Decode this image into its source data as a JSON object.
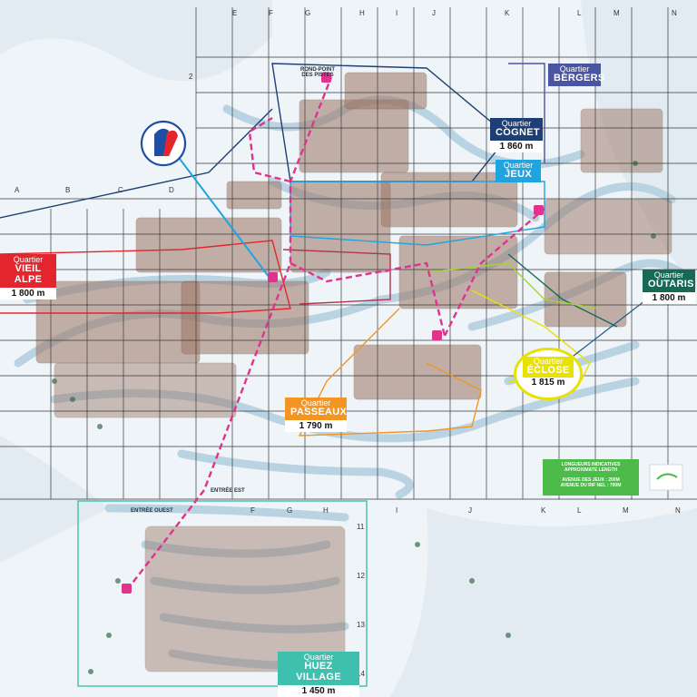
{
  "grid": {
    "top_letters": [
      "E",
      "F",
      "G",
      "H",
      "I",
      "J",
      "K",
      "L",
      "M",
      "N"
    ],
    "mid_letters": [
      "A",
      "B",
      "C",
      "D"
    ],
    "bottom_letters": [
      "F",
      "G",
      "H",
      "I",
      "J",
      "K",
      "L",
      "M",
      "N"
    ],
    "left_numbers": [
      "2"
    ],
    "bottom_numbers": [
      "11",
      "12",
      "13",
      "14"
    ]
  },
  "quarters": [
    {
      "word": "Quartier",
      "name": "BERGERS",
      "altitude": "",
      "color": "#4a55a2"
    },
    {
      "word": "Quartier",
      "name": "COGNET",
      "altitude": "1 860 m",
      "color": "#1d3f73"
    },
    {
      "word": "Quartier",
      "name": "JEUX",
      "altitude": "",
      "color": "#1fa4df"
    },
    {
      "word": "Quartier",
      "name": "VIEIL ALPE",
      "altitude": "1 800 m",
      "color": "#e3262e"
    },
    {
      "word": "Quartier",
      "name": "OUTARIS",
      "altitude": "1 800 m",
      "color": "#166a55"
    },
    {
      "word": "Quartier",
      "name": "ÉCLOSE",
      "altitude": "1 815 m",
      "color": "#e7e200"
    },
    {
      "word": "Quartier",
      "name": "PASSEAUX",
      "altitude": "1 790 m",
      "color": "#f39523"
    },
    {
      "word": "Quartier",
      "name": "HUEZ VILLAGE",
      "altitude": "1 450 m",
      "color": "#3fbfae"
    }
  ],
  "labels": {
    "rond_point": "ROND-POINT DES PISTES",
    "entree_est": "ENTRÉE EST",
    "entree_ouest": "ENTRÉE OUEST"
  },
  "legend": {
    "line1": "LONGUEURS INDICATIVES",
    "line2": "APPROXIMATE LENGTH",
    "line3": "AVENUE DES JEUX : 200M",
    "line4": "AVENUE DU RIF NEL : 700M"
  },
  "colors": {
    "snow": "#eef4f8",
    "road": "#b9d3e3",
    "grid": "#3a3a3a",
    "gondola": "#e0338c",
    "info_logo_blue": "#1e4fa3",
    "info_logo_red": "#e3262e"
  }
}
